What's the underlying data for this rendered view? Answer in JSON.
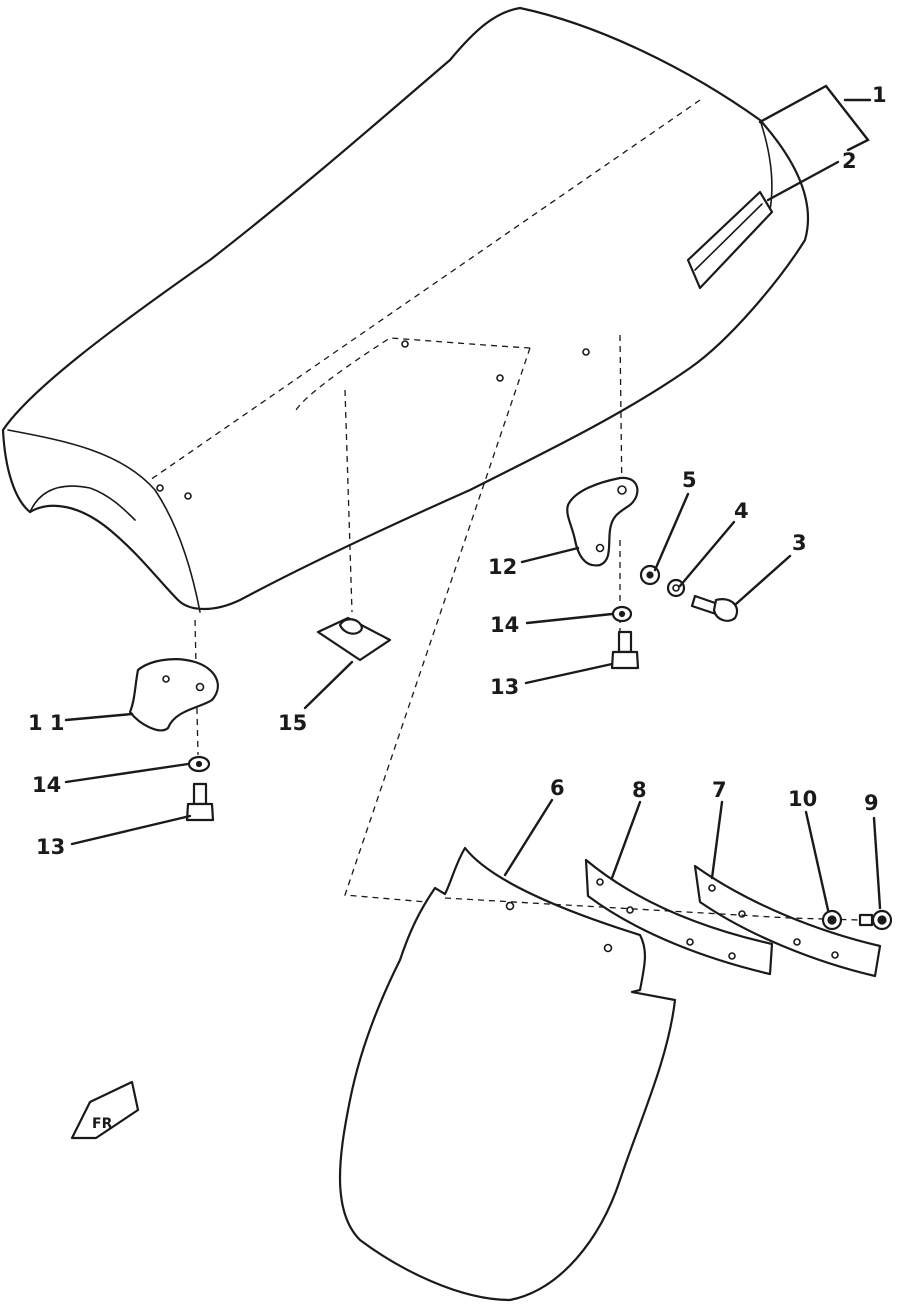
{
  "callouts": {
    "c1": "1",
    "c2": "2",
    "c3": "3",
    "c4": "4",
    "c5": "5",
    "c6": "6",
    "c7": "7",
    "c8": "8",
    "c9": "9",
    "c10": "10",
    "c11": "1 1",
    "c12": "12",
    "c13a": "13",
    "c13b": "13",
    "c14a": "14",
    "c14b": "14",
    "c15": "15"
  },
  "front_marker": {
    "label": "FR"
  },
  "colors": {
    "line": "#1a1a1a",
    "background": "#ffffff"
  }
}
